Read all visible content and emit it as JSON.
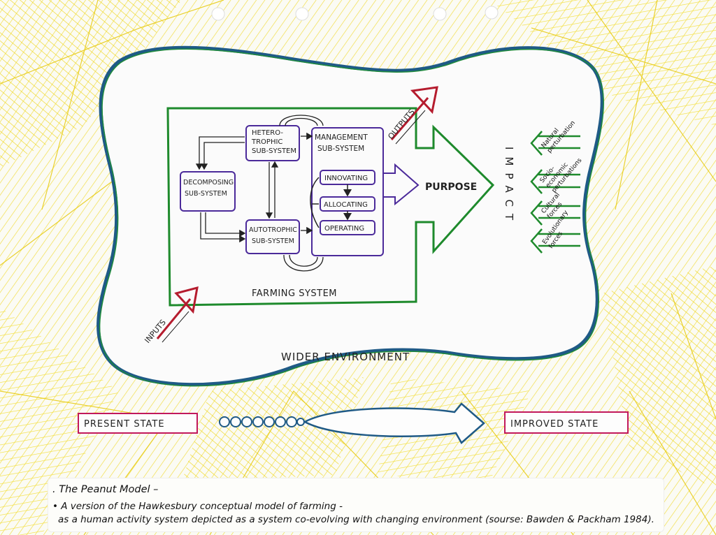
{
  "diagram": {
    "wider_environment": "WIDER ENVIRONMENT",
    "farming_system": "FARMING SYSTEM",
    "inputs": "INPUTS",
    "outputs": "OUTPUTS",
    "purpose": "PURPOSE",
    "impact": "IMPACT",
    "subsystems": {
      "heterotrophic": [
        "HETERO-",
        "TROPHIC",
        "SUB-SYSTEM"
      ],
      "decomposing": [
        "DECOMPOSING",
        "SUB-SYSTEM"
      ],
      "autotrophic": [
        "AUTOTROPHIC",
        "SUB-SYSTEM"
      ],
      "management": [
        "MANAGEMENT",
        "SUB-SYSTEM"
      ]
    },
    "management_steps": [
      "INNOVATING",
      "ALLOCATING",
      "OPERATING"
    ],
    "forces": [
      [
        "Natural",
        "perturbation"
      ],
      [
        "Socio-",
        "economic",
        "perturbations"
      ],
      [
        "Cultural",
        "forces"
      ],
      [
        "Evolutionary",
        "forces"
      ]
    ],
    "present_state": "PRESENT STATE",
    "improved_state": "IMPROVED STATE"
  },
  "caption": {
    "title": ". The Peanut Model –",
    "line1": "• A version of the Hawkesbury conceptual model of farming -",
    "line2": "as a human activity system depicted as a system co-evolving with changing environment (sourse: Bawden & Packham 1984)."
  },
  "colors": {
    "yellow": "#f2dc2a",
    "blue_outline": "#1f5a86",
    "green": "#1e8a2c",
    "purple": "#4b2a9a",
    "red": "#b51c2e",
    "magenta": "#c2185b"
  }
}
